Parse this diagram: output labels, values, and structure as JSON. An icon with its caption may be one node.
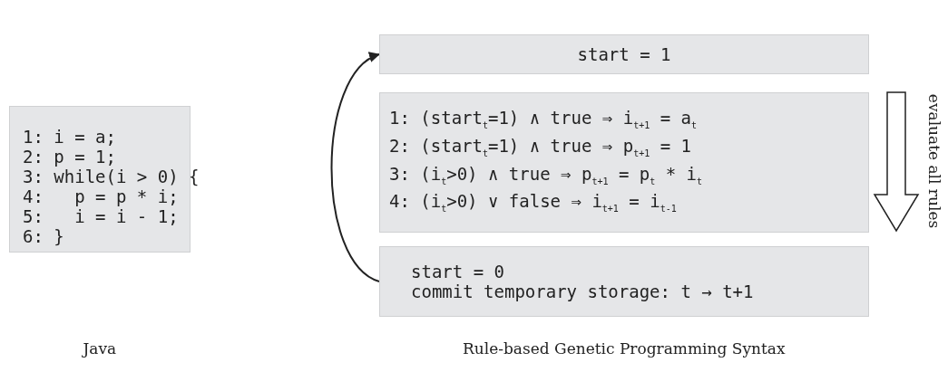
{
  "diagram": {
    "nodes": [
      {
        "text": [
          "1: i = a;",
          "2: p = 1;",
          "3: while(i > 0) {",
          "4:   p = p * i;",
          "5:   i = i - 1;",
          "6: }"
        ]
      },
      {
        "text": [
          "start = 1"
        ]
      },
      {
        "text": [
          "1: (start$_{t}$=1) ∧ true ⇒ i$_{t+1}$ = a$_{t}$",
          "2: (start$_{t}$=1) ∧ true ⇒ p$_{t+1}$ = 1",
          "3: (i$_{t}$>0) ∧ true ⇒ p$_{t+1}$ = p$_{t}$ * i$_{t}$",
          "4: (i$_{t}$>0) ∨ false ⇒ i$_{t+1}$ = i$_{t-1}$"
        ]
      },
      {
        "text": [
          "start = 0",
          "commit temporary storage: t → t+1"
        ]
      }
    ],
    "edges": [
      {
        "from": 3,
        "to": 1,
        "arrow": "to"
      }
    ],
    "labels": [
      "evaluate all rules",
      "Java",
      "Rule-based Genetic Programming Syntax"
    ]
  }
}
